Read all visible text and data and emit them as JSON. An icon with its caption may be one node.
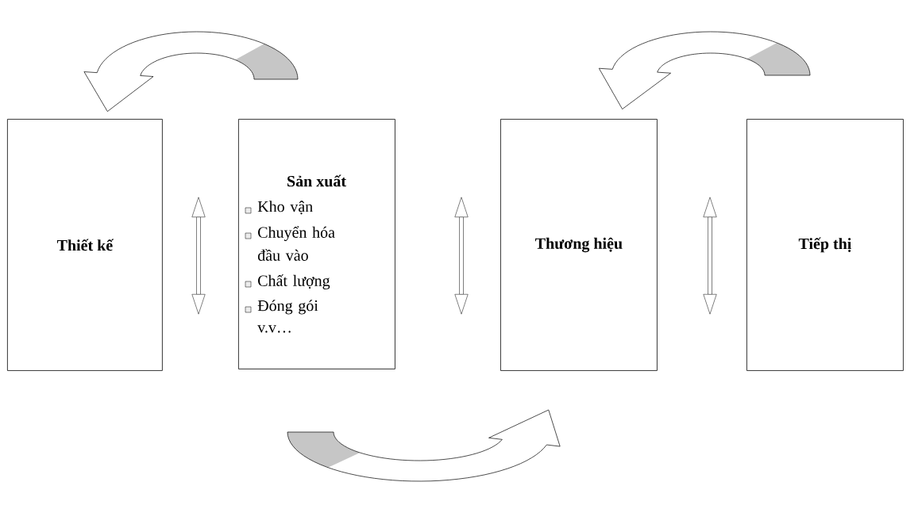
{
  "diagram": {
    "nodes": [
      {
        "text": [
          "Thiết kế"
        ]
      },
      {
        "text": [
          "Sản xuất",
          "Kho vận",
          "Chuyển hóa đầu vào",
          "Chất lượng",
          "Đóng gói",
          "v.v…"
        ]
      },
      {
        "text": [
          "Thương hiệu"
        ]
      },
      {
        "text": [
          "Tiếp thị"
        ]
      }
    ]
  }
}
